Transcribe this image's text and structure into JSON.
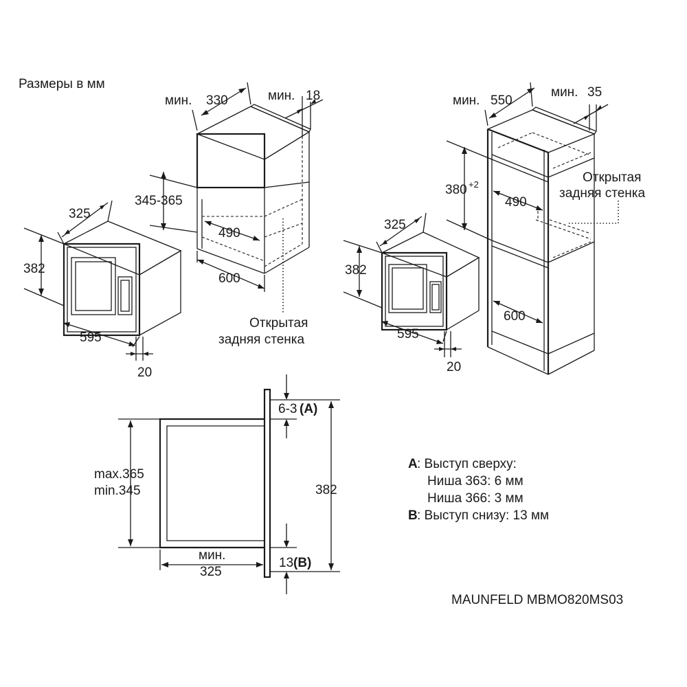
{
  "title": "Размеры в мм",
  "model": "MAUNFELD MBMO820MS03",
  "left_view": {
    "min_depth_label": "мин.",
    "min_depth_value": "330",
    "min_gap_label": "мин.",
    "min_gap_value": "18",
    "niche_height": "345-365",
    "niche_width_inner": "490",
    "niche_width": "600",
    "oven_depth": "325",
    "oven_height": "382",
    "oven_width": "595",
    "frame_offset": "20",
    "open_back_line1": "Открытая",
    "open_back_line2": "задняя стенка"
  },
  "right_view": {
    "min_depth_label": "мин.",
    "min_depth_value": "550",
    "min_gap_label": "мин.",
    "min_gap_value": "35",
    "niche_height": "380",
    "niche_height_tolerance": "+2",
    "niche_width_inner": "490",
    "niche_width": "600",
    "oven_depth": "325",
    "oven_height": "382",
    "oven_width": "595",
    "frame_offset": "20",
    "open_back_line1": "Открытая",
    "open_back_line2": "задняя стенка"
  },
  "section_view": {
    "top_offset": "6-3",
    "top_offset_ref": "(A)",
    "bottom_offset": "13",
    "bottom_offset_ref": "(B)",
    "niche_max": "max.365",
    "niche_min": "min.345",
    "total_height": "382",
    "depth_label": "мин.",
    "depth_value": "325"
  },
  "legend": {
    "a_key": "A",
    "a_text": ": Выступ сверху:",
    "a_line2": "Ниша 363: 6 мм",
    "a_line3": "Ниша 366: 3 мм",
    "b_key": "B",
    "b_text": ": Выступ снизу: 13 мм"
  }
}
